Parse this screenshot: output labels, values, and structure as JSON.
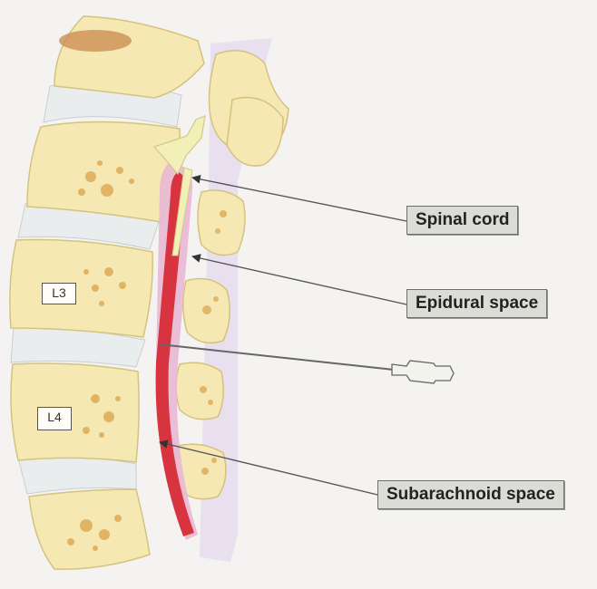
{
  "labels": {
    "spinal_cord": "Spinal cord",
    "epidural_space": "Epidural space",
    "subarachnoid_space": "Subarachnoid space"
  },
  "vertebrae": {
    "l3": "L3",
    "l4": "L4"
  },
  "colors": {
    "bone": "#f6e8b3",
    "bone_spot": "#d9a34a",
    "disc": "#ecefef",
    "dura_red": "#d8343f",
    "epidural_pink": "#e9b8d4",
    "label_bg": "#dcdcd6",
    "arrow": "#555555"
  }
}
